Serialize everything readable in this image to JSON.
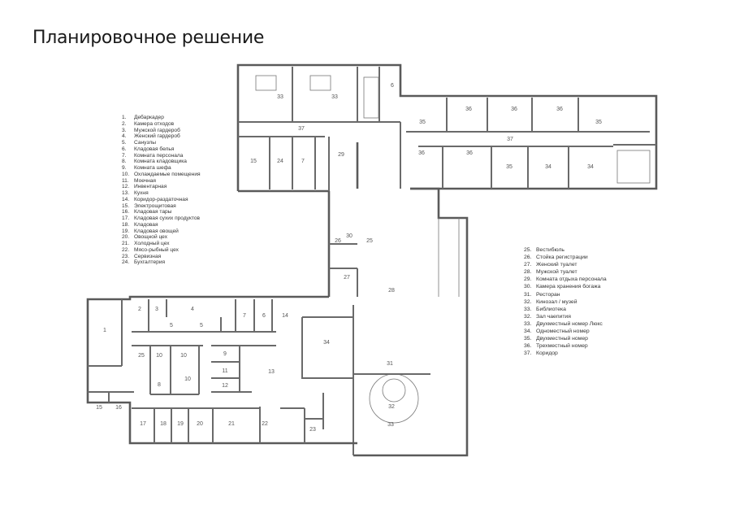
{
  "title": "Планировочное решение",
  "legend_left": [
    {
      "n": "1.",
      "t": "Дебаркадер"
    },
    {
      "n": "2.",
      "t": "Камера отходов"
    },
    {
      "n": "3.",
      "t": "Мужской гардероб"
    },
    {
      "n": "4.",
      "t": "Женский гардероб"
    },
    {
      "n": "5.",
      "t": "Санузлы"
    },
    {
      "n": "6.",
      "t": "Кладовая белья"
    },
    {
      "n": "7.",
      "t": "Комната персонала"
    },
    {
      "n": "8.",
      "t": "Комната кладовщика"
    },
    {
      "n": "9.",
      "t": "Комната шефа"
    },
    {
      "n": "10.",
      "t": "Охлаждаемые помещения"
    },
    {
      "n": "11.",
      "t": "Моечная"
    },
    {
      "n": "12.",
      "t": "Инвентарная"
    },
    {
      "n": "13.",
      "t": "Кухня"
    },
    {
      "n": "14.",
      "t": "Коридор-раздаточная"
    },
    {
      "n": "15.",
      "t": "Электрощитовая"
    },
    {
      "n": "16.",
      "t": "Кладовая тары"
    },
    {
      "n": "17.",
      "t": "Кладовая сухих продуктов"
    },
    {
      "n": "18.",
      "t": "Кладовая"
    },
    {
      "n": "19.",
      "t": "Кладовая овощей"
    },
    {
      "n": "20.",
      "t": "Овощной цех"
    },
    {
      "n": "21.",
      "t": "Холодный цех"
    },
    {
      "n": "22.",
      "t": "Мясо-рыбный цех"
    },
    {
      "n": "23.",
      "t": "Сервизная"
    },
    {
      "n": "24.",
      "t": "Бухгалтерия"
    }
  ],
  "legend_right": [
    {
      "n": "25.",
      "t": "Вестибюль"
    },
    {
      "n": "26.",
      "t": "Стойка регистрации"
    },
    {
      "n": "27.",
      "t": "Женский туалет"
    },
    {
      "n": "28.",
      "t": "Мужской туалет"
    },
    {
      "n": "29.",
      "t": "Комната отдыха персонала"
    },
    {
      "n": "30.",
      "t": "Камера хранения богажа"
    },
    {
      "n": "31.",
      "t": "Ресторан"
    },
    {
      "n": "32.",
      "t": "Кинозал / музей"
    },
    {
      "n": "33.",
      "t": "Библиотека"
    },
    {
      "n": "32.",
      "t": "Зал чаепития"
    },
    {
      "n": "33.",
      "t": "Двухместный номер Люкс"
    },
    {
      "n": "34.",
      "t": "Одноместный номер"
    },
    {
      "n": "35.",
      "t": "Двухместный номер"
    },
    {
      "n": "36.",
      "t": "Трехместный номер"
    },
    {
      "n": "37.",
      "t": "Коридор"
    }
  ],
  "rooms": {
    "upper": [
      "33",
      "33",
      "6",
      "37",
      "15",
      "24",
      "7",
      "29"
    ],
    "wing": [
      "36",
      "36",
      "36",
      "35",
      "35",
      "37",
      "36",
      "36",
      "35",
      "34",
      "34"
    ],
    "center": [
      "30",
      "26",
      "25",
      "27",
      "28"
    ],
    "lower": [
      "1",
      "2",
      "3",
      "4",
      "5",
      "5",
      "7",
      "6",
      "14",
      "25",
      "10",
      "10",
      "10",
      "8",
      "9",
      "11",
      "12",
      "13",
      "34",
      "15",
      "16",
      "17",
      "18",
      "19",
      "20",
      "21",
      "22",
      "23",
      "31",
      "32",
      "33"
    ]
  }
}
